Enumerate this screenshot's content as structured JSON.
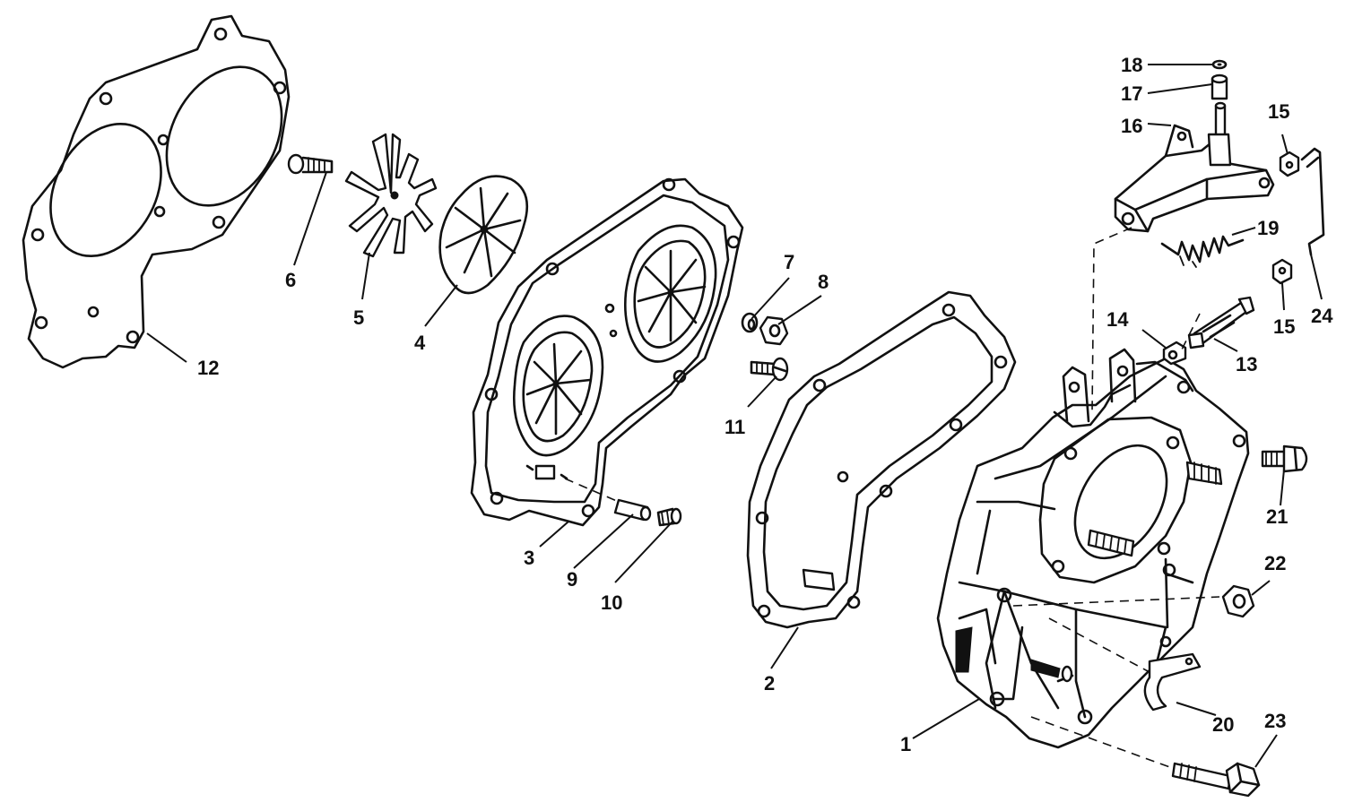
{
  "callouts": [
    {
      "id": "c1",
      "text": "1"
    },
    {
      "id": "c2",
      "text": "2"
    },
    {
      "id": "c3",
      "text": "3"
    },
    {
      "id": "c4",
      "text": "4"
    },
    {
      "id": "c5",
      "text": "5"
    },
    {
      "id": "c6",
      "text": "6"
    },
    {
      "id": "c7",
      "text": "7"
    },
    {
      "id": "c8",
      "text": "8"
    },
    {
      "id": "c9",
      "text": "9"
    },
    {
      "id": "c10",
      "text": "10"
    },
    {
      "id": "c11",
      "text": "11"
    },
    {
      "id": "c12",
      "text": "12"
    },
    {
      "id": "c13",
      "text": "13"
    },
    {
      "id": "c14",
      "text": "14"
    },
    {
      "id": "c15a",
      "text": "15"
    },
    {
      "id": "c15b",
      "text": "15"
    },
    {
      "id": "c16",
      "text": "16"
    },
    {
      "id": "c17",
      "text": "17"
    },
    {
      "id": "c18",
      "text": "18"
    },
    {
      "id": "c19",
      "text": "19"
    },
    {
      "id": "c20",
      "text": "20"
    },
    {
      "id": "c21",
      "text": "21"
    },
    {
      "id": "c22",
      "text": "22"
    },
    {
      "id": "c23",
      "text": "23"
    },
    {
      "id": "c24",
      "text": "24"
    }
  ]
}
